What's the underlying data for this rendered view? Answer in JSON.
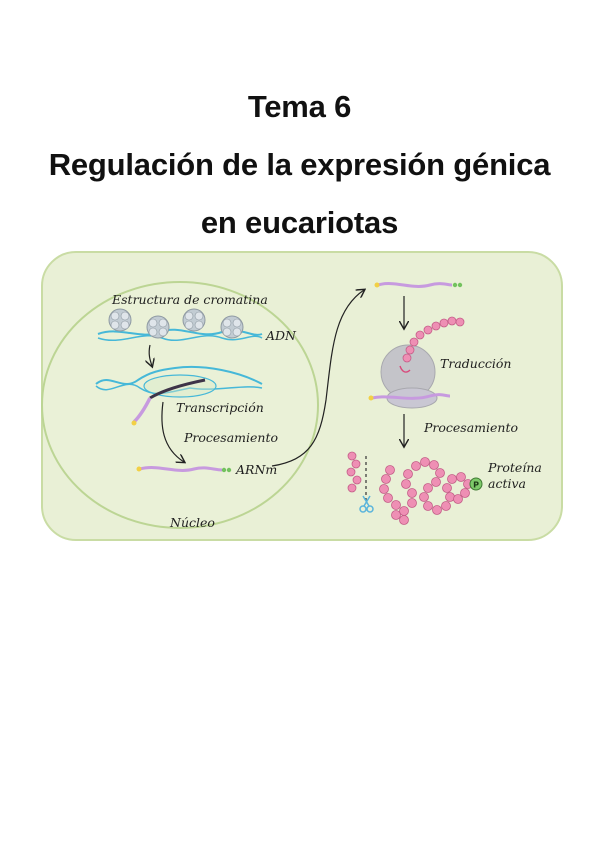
{
  "title": {
    "line1": "Tema 6",
    "line2": "Regulación de la expresión génica",
    "line3": "en eucariotas"
  },
  "diagram": {
    "labels": {
      "chromatin": "Estructura de cromatina",
      "dna": "ADN",
      "transcription": "Transcripción",
      "processing_nucleus": "Procesamiento",
      "mrna": "ARNm",
      "nucleus": "Núcleo",
      "translation": "Traducción",
      "processing_cytoplasm": "Procesamiento",
      "active_protein_line1": "Proteína",
      "active_protein_line2": "activa",
      "phosphate": "P"
    },
    "colors": {
      "cell_fill": "#e9f0d6",
      "cell_border": "#c9dca4",
      "nucleus_border": "#bcd594",
      "dna": "#46b8d8",
      "nucleosome": "#b9c4cc",
      "rna": "#c79adf",
      "amino_acid": "#ee8fb4",
      "ribosome": "#c4c4c9",
      "cap": "#f2d045",
      "tail": "#73c25e",
      "scissors": "#5ab4dc"
    }
  }
}
